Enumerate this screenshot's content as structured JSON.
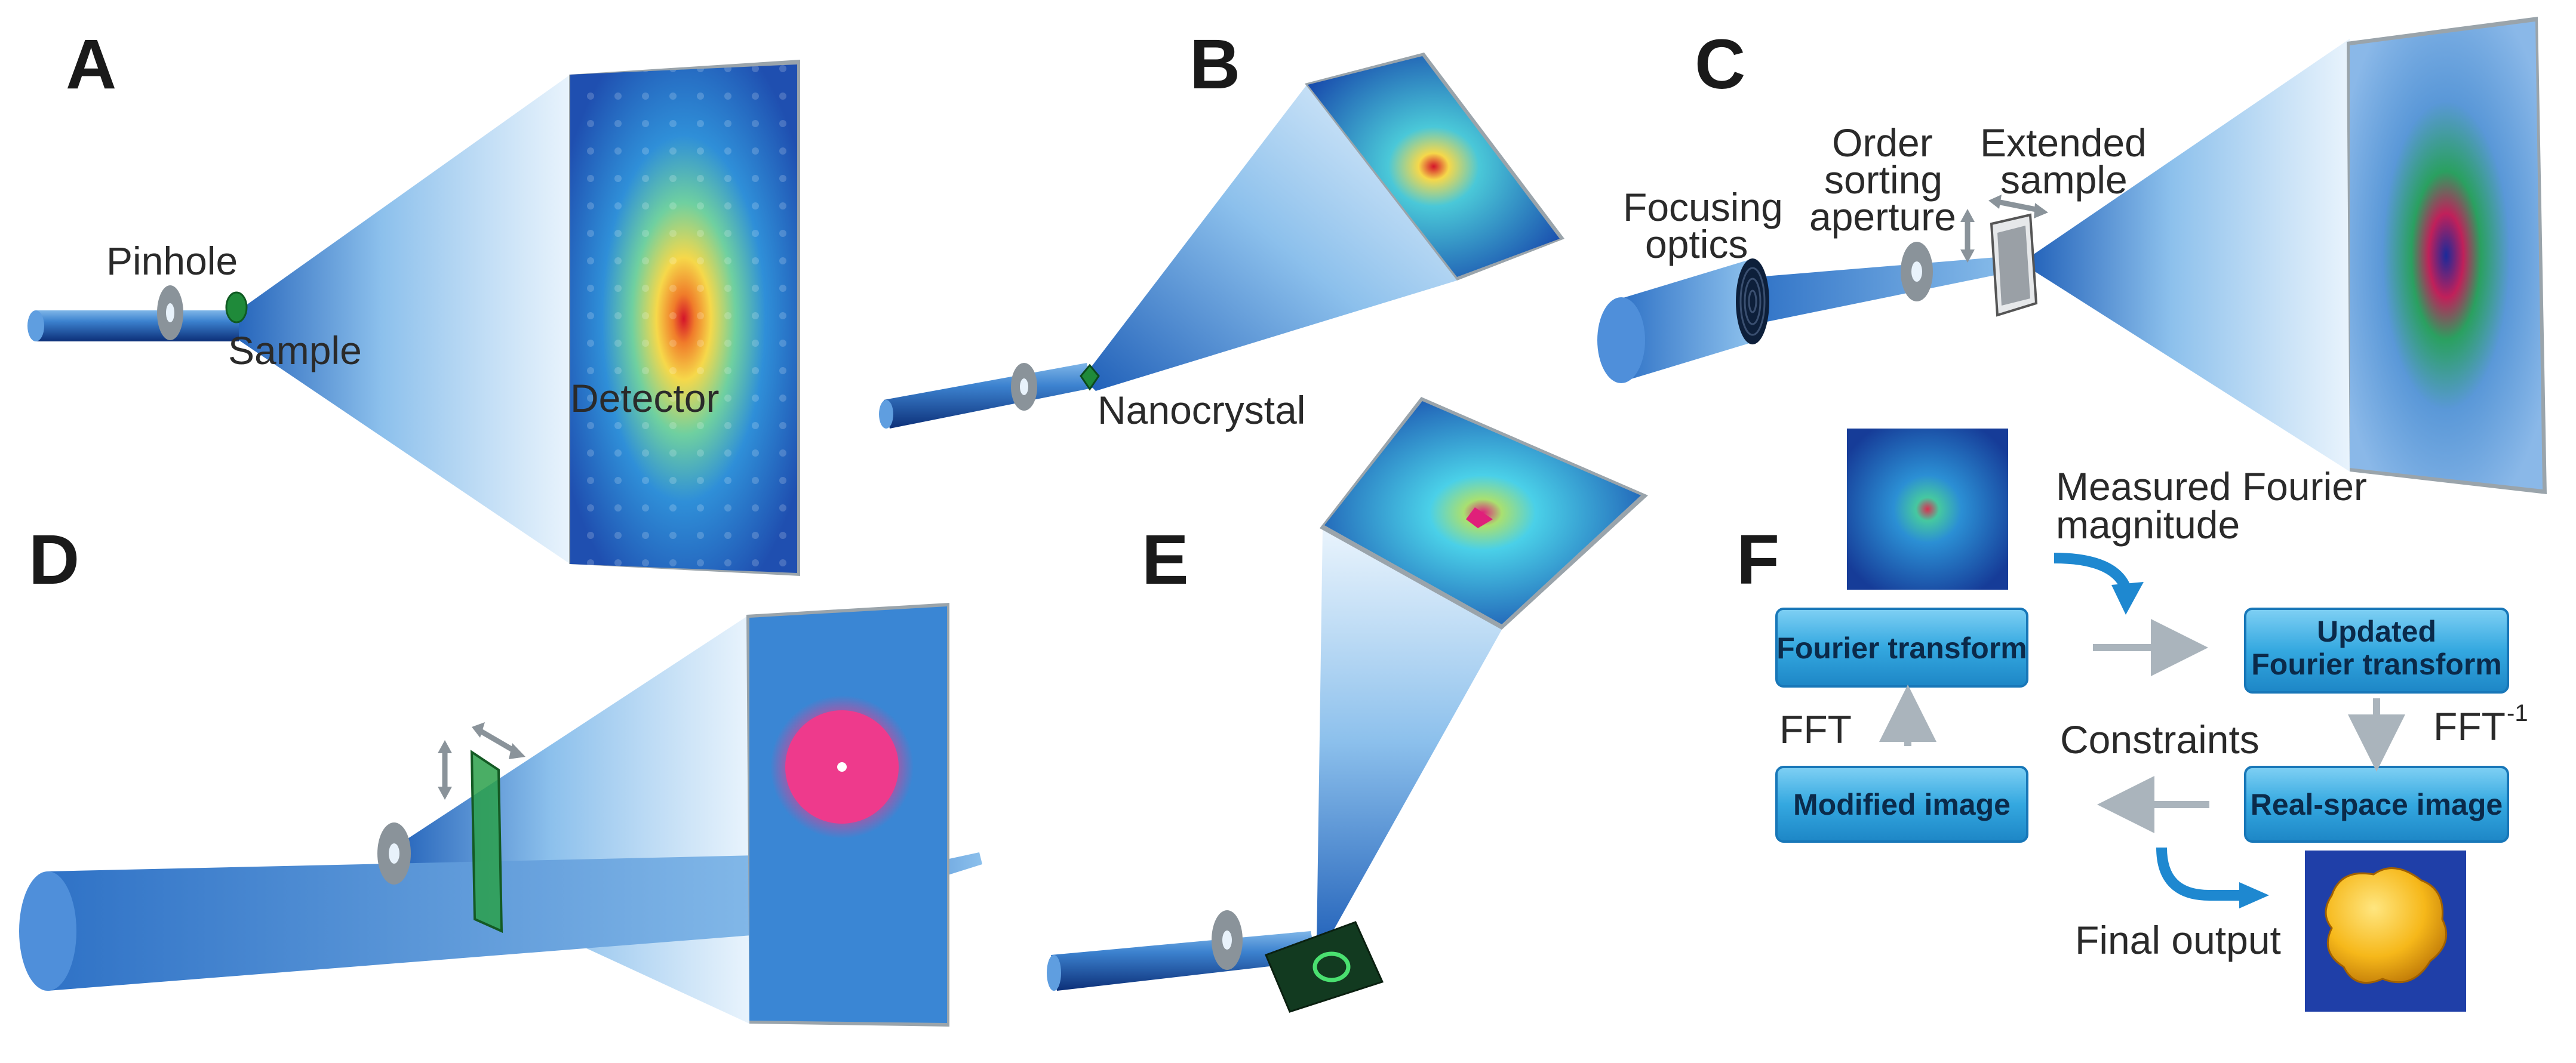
{
  "panels": {
    "a": {
      "letter": "A",
      "pinhole": "Pinhole",
      "sample": "Sample",
      "detector": "Detector"
    },
    "b": {
      "letter": "B",
      "nanocrystal": "Nanocrystal"
    },
    "c": {
      "letter": "C",
      "focusing_1": "Focusing",
      "focusing_2": "optics",
      "order_1": "Order",
      "order_2": "sorting",
      "order_3": "aperture",
      "extended_1": "Extended",
      "extended_2": "sample"
    },
    "d": {
      "letter": "D"
    },
    "e": {
      "letter": "E"
    },
    "f": {
      "letter": "F",
      "measured_1": "Measured Fourier",
      "measured_2": "magnitude",
      "box_fourier": "Fourier transform",
      "box_updated_1": "Updated",
      "box_updated_2": "Fourier transform",
      "box_realspace": "Real-space image",
      "box_modified": "Modified image",
      "fft": "FFT",
      "fft_inv": "FFT",
      "fft_inv_sup": "-1",
      "constraints": "Constraints",
      "final_output": "Final output"
    }
  },
  "colors": {
    "beam_dark": "#0d3f8f",
    "beam_light": "#8fc4ef",
    "cone_light": "#e8f3fc",
    "box_fill": "#32a8e0",
    "arrow_grey": "#aab4bc",
    "arrow_blue": "#1e88d0",
    "aperture_grey": "#8a939a"
  },
  "icons": [
    "pinhole-icon",
    "sample-icon",
    "detector-pattern-icon",
    "focusing-optics-icon",
    "aperture-icon",
    "nanocrystal-icon",
    "protein-structure-icon"
  ]
}
